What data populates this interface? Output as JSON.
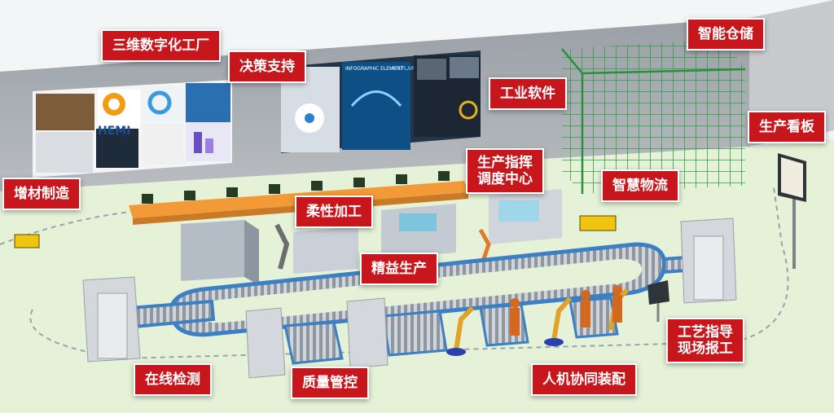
{
  "labels": {
    "digital_factory": "三维数字化工厂",
    "decision_support": "决策支持",
    "industrial_software": "工业软件",
    "smart_warehouse": "智能仓储",
    "production_board": "生产看板",
    "additive_manufacturing": "增材制造",
    "command_center_line1": "生产指挥",
    "command_center_line2": "调度中心",
    "smart_logistics": "智慧物流",
    "flexible_machining": "柔性加工",
    "lean_production": "精益生产",
    "process_guidance_line1": "工艺指导",
    "process_guidance_line2": "现场报工",
    "online_inspection": "在线检测",
    "quality_control": "质量管控",
    "human_robot_assembly": "人机协同装配"
  },
  "screens": {
    "logo_text": "HEMI",
    "infographic_title": "INFOGRAPHIC ELEMENT",
    "infographic_subtitle": "AIRPLANE"
  },
  "colors": {
    "label_bg": "#c8161d",
    "label_border": "#ffffff",
    "wall": "#a9aeb3",
    "floor": "#e4f3d6",
    "conveyor": "#3b7fc4",
    "rack": "#38b24a",
    "robot": "#e07b2a"
  }
}
